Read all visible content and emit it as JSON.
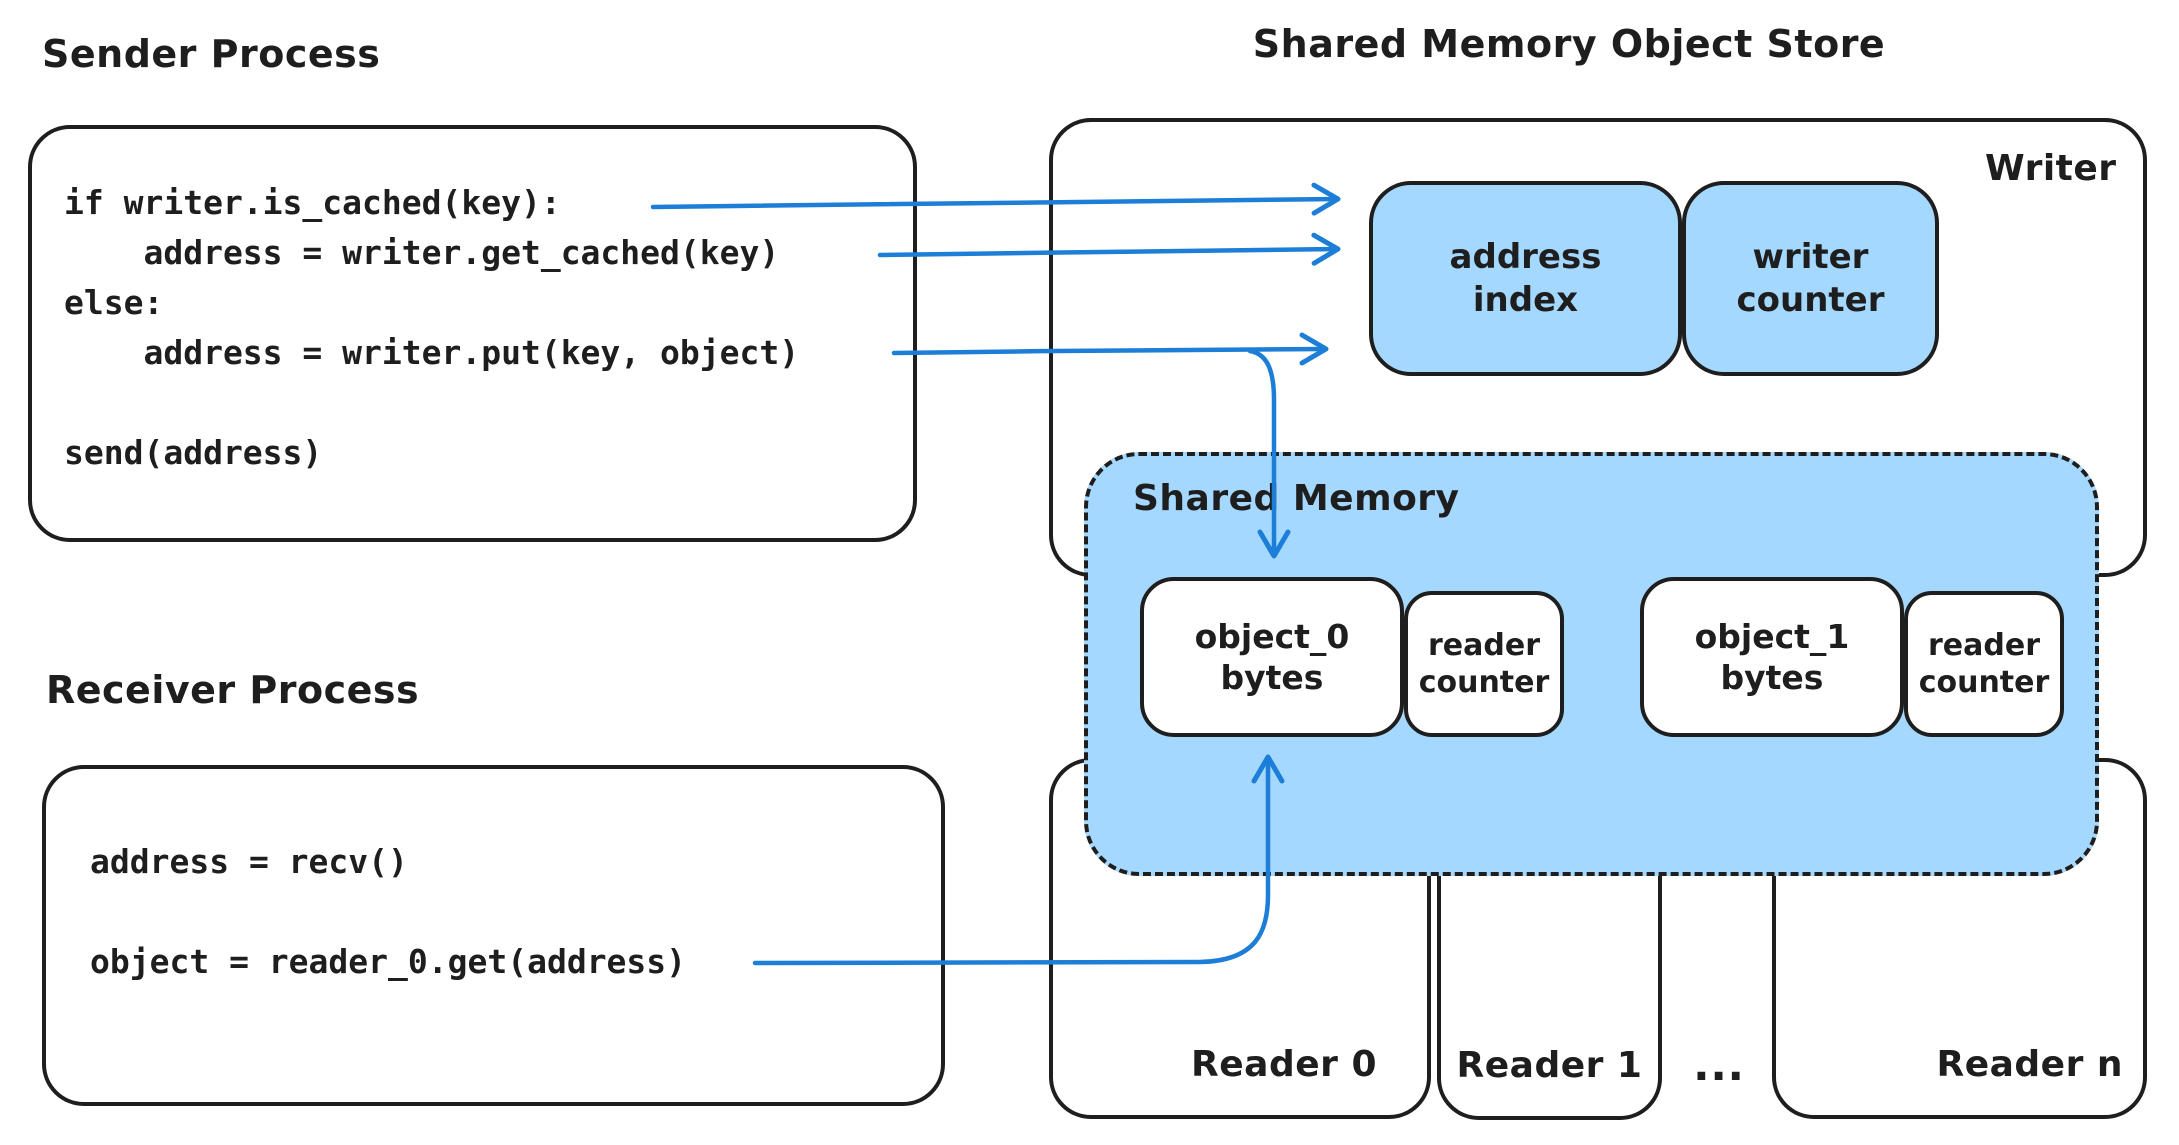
{
  "title": "Shared Memory Object Store",
  "sender": {
    "label": "Sender Process",
    "code_lines": [
      "if writer.is_cached(key):",
      "    address = writer.get_cached(key)",
      "else:",
      "    address = writer.put(key, object)",
      "",
      "send(address)"
    ]
  },
  "receiver": {
    "label": "Receiver Process",
    "code_lines": [
      "address = recv()",
      "",
      "object = reader_0.get(address)"
    ]
  },
  "writer": {
    "label": "Writer",
    "address_index_label": "address\nindex",
    "writer_counter_label": "writer\ncounter"
  },
  "shared_memory": {
    "label": "Shared Memory",
    "object_0_label": "object_0\nbytes",
    "reader_counter_0_label": "reader\ncounter",
    "object_1_label": "object_1\nbytes",
    "reader_counter_1_label": "reader\ncounter"
  },
  "readers": {
    "reader_0_label": "Reader 0",
    "reader_1_label": "Reader 1",
    "ellipsis": "...",
    "reader_n_label": "Reader n"
  },
  "colors": {
    "accent_blue": "#1c7ed6",
    "fill_blue": "#a5d8ff",
    "stroke": "#1e1e1e"
  }
}
